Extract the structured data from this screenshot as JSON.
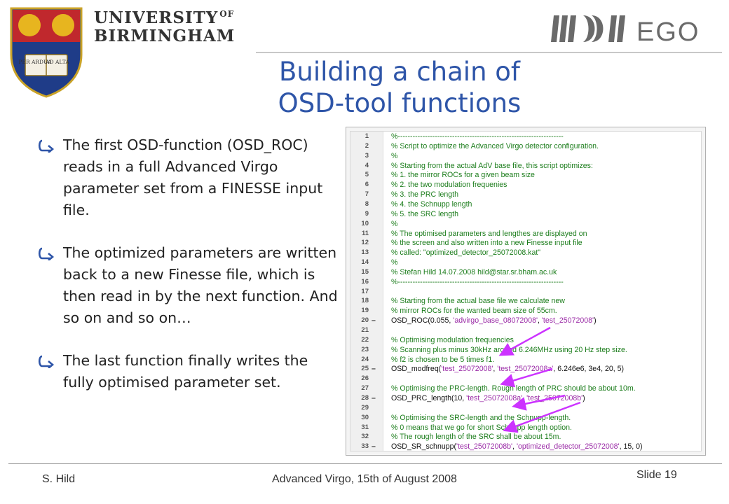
{
  "header": {
    "university_line1": "UNIVERSITY",
    "university_of": "OF",
    "university_line2": "BIRMINGHAM",
    "crest_motto_left": "PER ARDUA",
    "crest_motto_right": "AD ALTA",
    "ego_logo_text": "EGO"
  },
  "slide": {
    "title_line1": "Building a chain of",
    "title_line2": "OSD-tool functions",
    "bullets": [
      "The first OSD-function (OSD_ROC) reads in a full Advanced Virgo parameter set from a FINESSE input file.",
      "The optimized parameters are written back to a new Finesse file, which is then read in by the next function. And so on and so on…",
      "The last function finally writes the fully optimised parameter set."
    ]
  },
  "code": {
    "lines": [
      {
        "n": "1",
        "dash": "",
        "parts": [
          {
            "t": "%-------------------------------------------------------------------",
            "c": "cmt"
          }
        ]
      },
      {
        "n": "2",
        "dash": "",
        "parts": [
          {
            "t": "% Script to optimize the Advanced Virgo detector configuration.",
            "c": "cmt"
          }
        ]
      },
      {
        "n": "3",
        "dash": "",
        "parts": [
          {
            "t": "%",
            "c": "cmt"
          }
        ]
      },
      {
        "n": "4",
        "dash": "",
        "parts": [
          {
            "t": "% Starting from the actual AdV base file, this script optimizes:",
            "c": "cmt"
          }
        ]
      },
      {
        "n": "5",
        "dash": "",
        "parts": [
          {
            "t": "%  1. the mirror ROCs for a given beam size",
            "c": "cmt"
          }
        ]
      },
      {
        "n": "6",
        "dash": "",
        "parts": [
          {
            "t": "%  2. the two modulation frequenies",
            "c": "cmt"
          }
        ]
      },
      {
        "n": "7",
        "dash": "",
        "parts": [
          {
            "t": "%  3. the PRC length",
            "c": "cmt"
          }
        ]
      },
      {
        "n": "8",
        "dash": "",
        "parts": [
          {
            "t": "%  4. the Schnupp length",
            "c": "cmt"
          }
        ]
      },
      {
        "n": "9",
        "dash": "",
        "parts": [
          {
            "t": "%  5. the SRC length",
            "c": "cmt"
          }
        ]
      },
      {
        "n": "10",
        "dash": "",
        "parts": [
          {
            "t": "%",
            "c": "cmt"
          }
        ]
      },
      {
        "n": "11",
        "dash": "",
        "parts": [
          {
            "t": "% The optimised parameters and lengthes are displayed on",
            "c": "cmt"
          }
        ]
      },
      {
        "n": "12",
        "dash": "",
        "parts": [
          {
            "t": "% the screen and also written into a new Finesse input file",
            "c": "cmt"
          }
        ]
      },
      {
        "n": "13",
        "dash": "",
        "parts": [
          {
            "t": "% called: \"optimized_detector_25072008.kat\"",
            "c": "cmt"
          }
        ]
      },
      {
        "n": "14",
        "dash": "",
        "parts": [
          {
            "t": "%",
            "c": "cmt"
          }
        ]
      },
      {
        "n": "15",
        "dash": "",
        "parts": [
          {
            "t": "% Stefan Hild 14.07.2008 hild@star.sr.bham.ac.uk",
            "c": "cmt"
          }
        ]
      },
      {
        "n": "16",
        "dash": "",
        "parts": [
          {
            "t": "%-------------------------------------------------------------------",
            "c": "cmt"
          }
        ]
      },
      {
        "n": "17",
        "dash": "",
        "parts": []
      },
      {
        "n": "18",
        "dash": "",
        "parts": [
          {
            "t": "% Starting from the actual base file we calculate new",
            "c": "cmt"
          }
        ]
      },
      {
        "n": "19",
        "dash": "",
        "parts": [
          {
            "t": "% mirror ROCs for the wanted beam size of 55cm.",
            "c": "cmt"
          }
        ]
      },
      {
        "n": "20",
        "dash": "–",
        "parts": [
          {
            "t": "OSD_ROC(0.055, ",
            "c": "cod"
          },
          {
            "t": "'advirgo_base_08072008'",
            "c": "str"
          },
          {
            "t": ", ",
            "c": "cod"
          },
          {
            "t": "'test_25072008'",
            "c": "str"
          },
          {
            "t": ")",
            "c": "cod"
          }
        ]
      },
      {
        "n": "21",
        "dash": "",
        "parts": []
      },
      {
        "n": "22",
        "dash": "",
        "parts": [
          {
            "t": "% Optimising modulation frequencies",
            "c": "cmt"
          }
        ]
      },
      {
        "n": "23",
        "dash": "",
        "parts": [
          {
            "t": "% Scanning plus minus 30kHz around 6.246MHz using 20 Hz step size.",
            "c": "cmt"
          }
        ]
      },
      {
        "n": "24",
        "dash": "",
        "parts": [
          {
            "t": "% f2 is chosen to be 5 times f1.",
            "c": "cmt"
          }
        ]
      },
      {
        "n": "25",
        "dash": "–",
        "parts": [
          {
            "t": "OSD_modfreq(",
            "c": "cod"
          },
          {
            "t": "'test_25072008'",
            "c": "str"
          },
          {
            "t": ", ",
            "c": "cod"
          },
          {
            "t": "'test_25072008a'",
            "c": "str"
          },
          {
            "t": ", 6.246e6, 3e4, 20, 5)",
            "c": "cod"
          }
        ]
      },
      {
        "n": "26",
        "dash": "",
        "parts": []
      },
      {
        "n": "27",
        "dash": "",
        "parts": [
          {
            "t": "% Optimising the PRC-length. Rough length of PRC should be about 10m.",
            "c": "cmt"
          }
        ]
      },
      {
        "n": "28",
        "dash": "–",
        "parts": [
          {
            "t": "OSD_PRC_length(10, ",
            "c": "cod"
          },
          {
            "t": "'test_25072008a'",
            "c": "str"
          },
          {
            "t": ", ",
            "c": "cod"
          },
          {
            "t": "'test_25072008b'",
            "c": "str"
          },
          {
            "t": ")",
            "c": "cod"
          }
        ]
      },
      {
        "n": "29",
        "dash": "",
        "parts": []
      },
      {
        "n": "30",
        "dash": "",
        "parts": [
          {
            "t": "% Optimising the SRC-length and the Schnupp-length.",
            "c": "cmt"
          }
        ]
      },
      {
        "n": "31",
        "dash": "",
        "parts": [
          {
            "t": "% 0 means that we go for short Schnupp length option.",
            "c": "cmt"
          }
        ]
      },
      {
        "n": "32",
        "dash": "",
        "parts": [
          {
            "t": "% The rough length of the SRC shall be about 15m.",
            "c": "cmt"
          }
        ]
      },
      {
        "n": "33",
        "dash": "–",
        "parts": [
          {
            "t": "OSD_SR_schnupp(",
            "c": "cod"
          },
          {
            "t": "'test_25072008b'",
            "c": "str"
          },
          {
            "t": ", ",
            "c": "cod"
          },
          {
            "t": "'optimized_detector_25072008'",
            "c": "str"
          },
          {
            "t": ", 15, 0)",
            "c": "cod"
          }
        ]
      }
    ]
  },
  "footer": {
    "author": "S. Hild",
    "center": "Advanced Virgo, 15th of August 2008",
    "slide_label": "Slide 19"
  },
  "colors": {
    "title": "#2e55a8",
    "comment": "#1c7d1c",
    "string": "#9a2aa6",
    "annotation_arrow": "#cc33ff"
  }
}
